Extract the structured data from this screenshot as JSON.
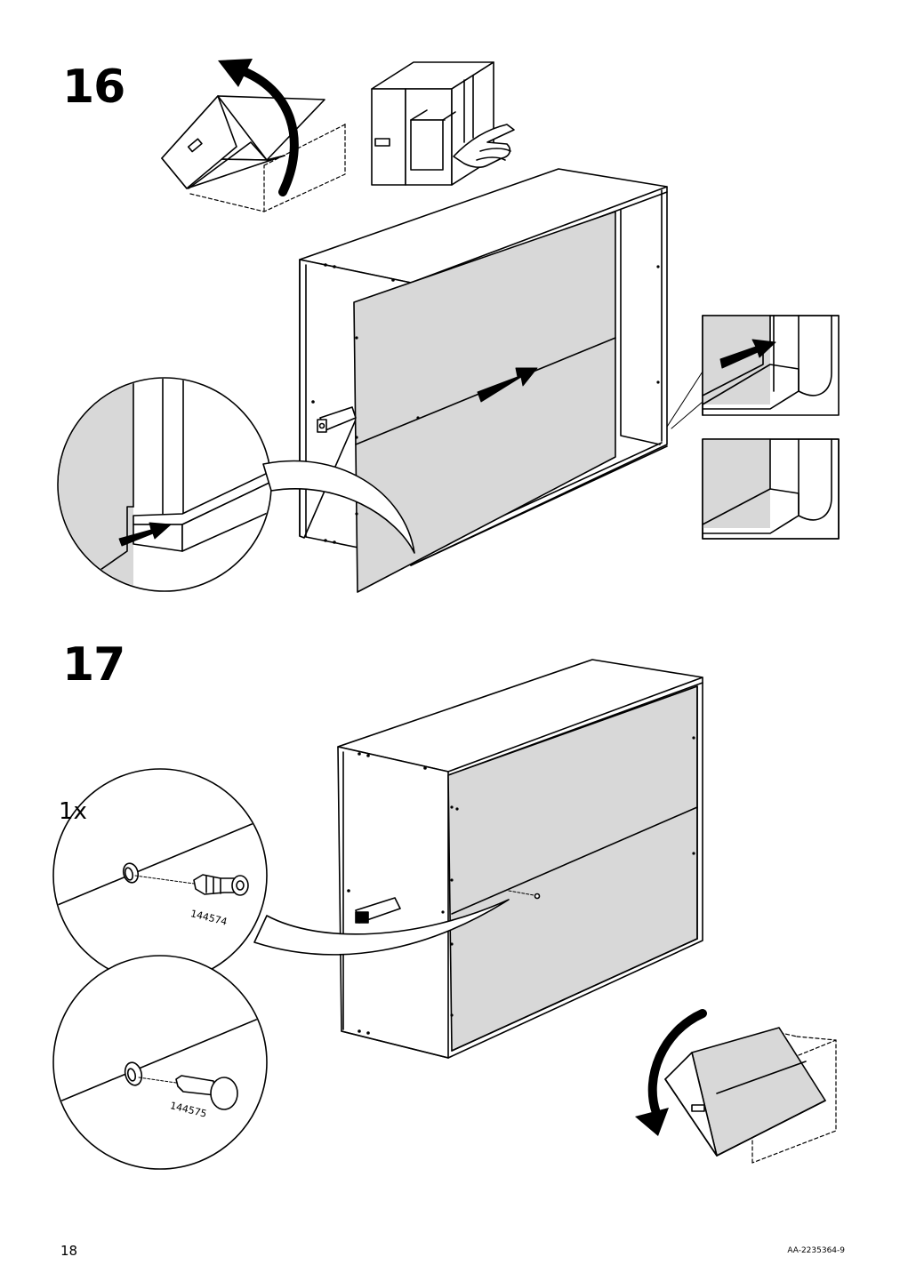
{
  "steps": {
    "s16": "16",
    "s17": "17"
  },
  "step17": {
    "quantity": "1x",
    "part_a": "144574",
    "part_b": "144575"
  },
  "footer": {
    "page_number": "18",
    "doc_code": "AA-2235364-9"
  }
}
